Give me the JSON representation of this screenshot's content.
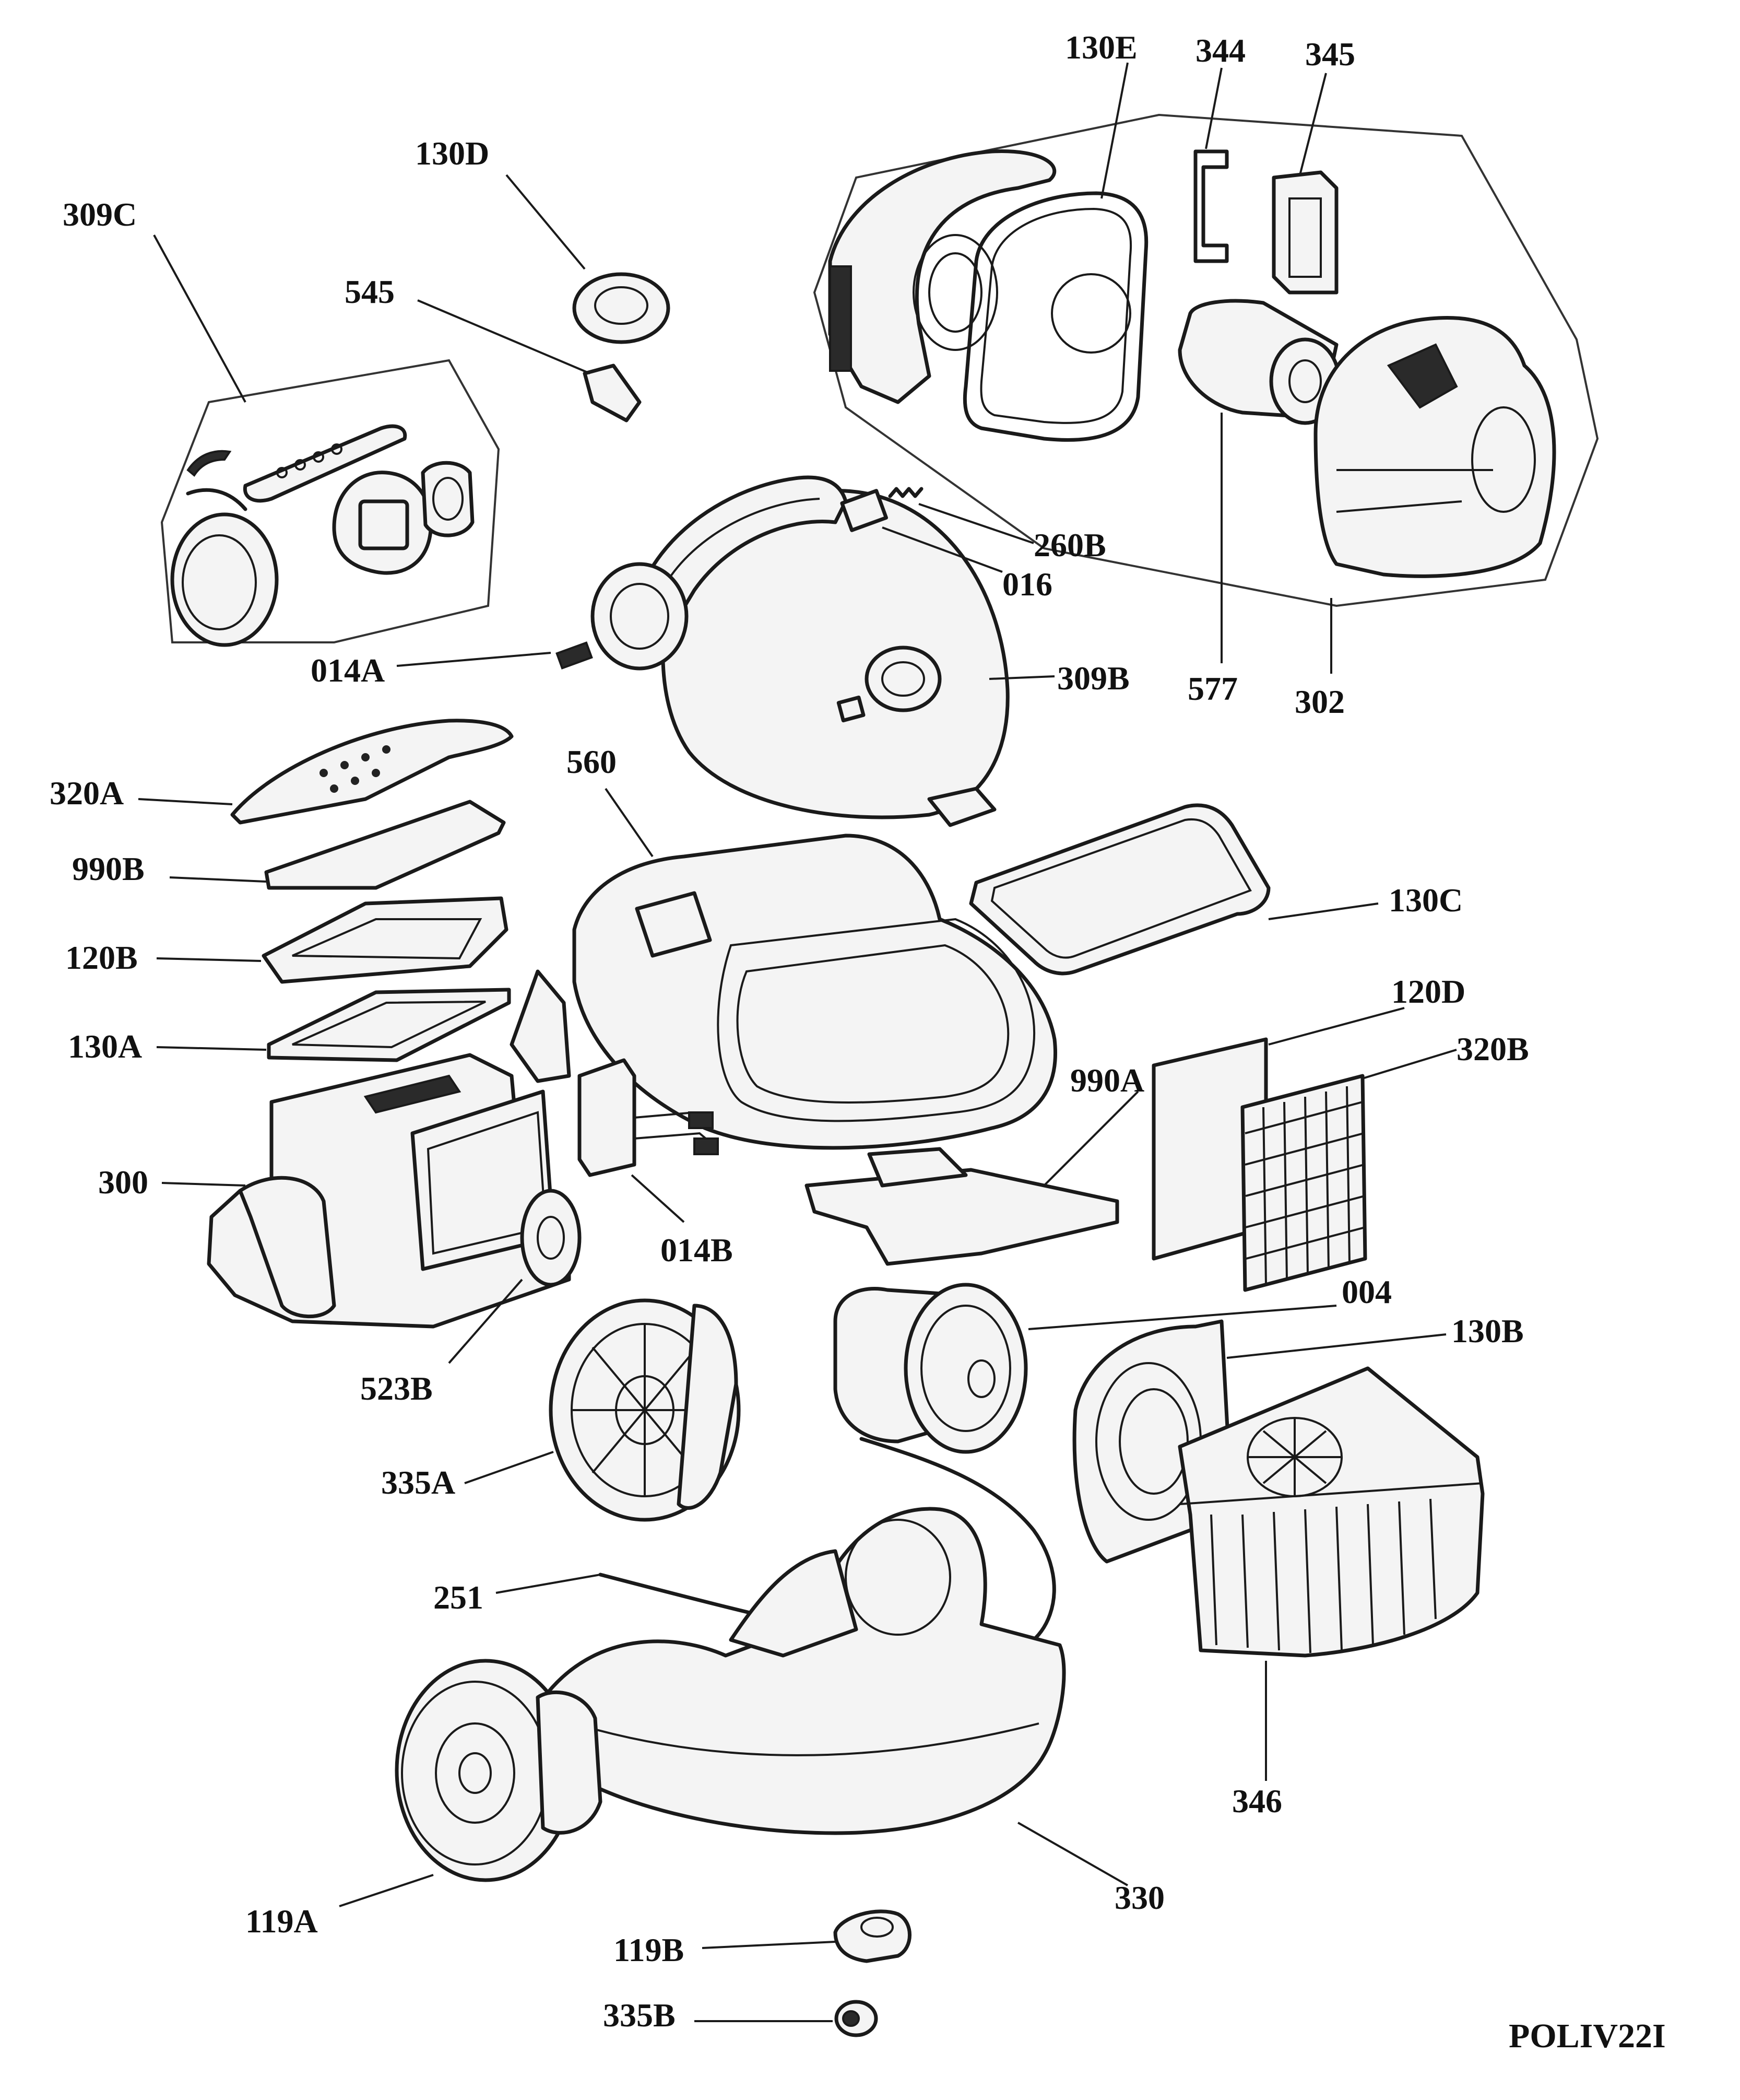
{
  "diagram": {
    "code": "POLIV22I",
    "labels": {
      "l309C": "309C",
      "l130D": "130D",
      "l545": "545",
      "l130E": "130E",
      "l344": "344",
      "l345": "345",
      "l260B": "260B",
      "l016": "016",
      "l014A": "014A",
      "l309B": "309B",
      "l577": "577",
      "l302": "302",
      "l560": "560",
      "l320A": "320A",
      "l990B": "990B",
      "l120B": "120B",
      "l130A": "130A",
      "l130C": "130C",
      "l120D": "120D",
      "l320B": "320B",
      "l990A": "990A",
      "l300": "300",
      "l014B": "014B",
      "l523B": "523B",
      "l004": "004",
      "l130B": "130B",
      "l335A": "335A",
      "l251": "251",
      "l346": "346",
      "l330": "330",
      "l119A": "119A",
      "l119B": "119B",
      "l335B": "335B"
    }
  }
}
